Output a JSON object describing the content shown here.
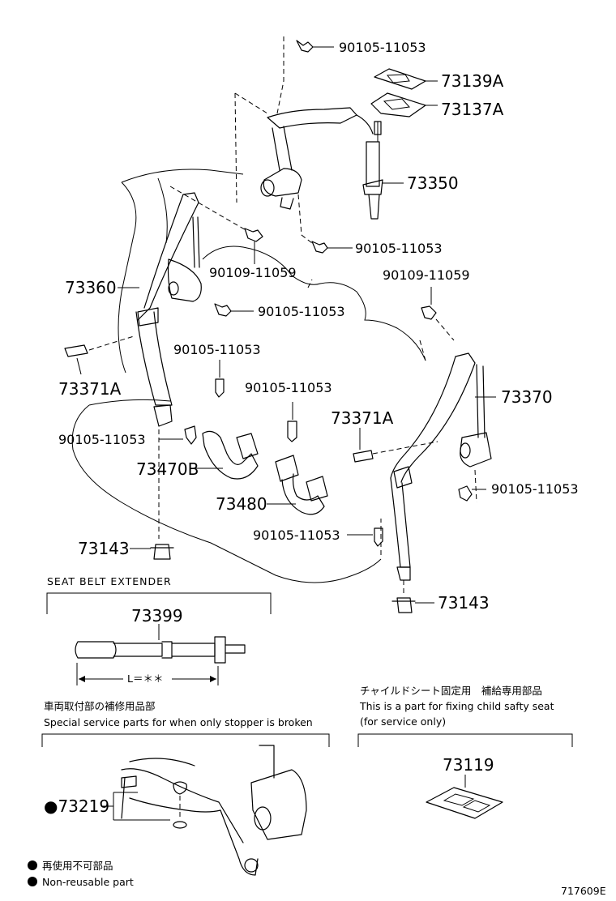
{
  "labels": {
    "bolt_top": "90105-11053",
    "cover_a": "73139A",
    "cover_b": "73137A",
    "adjuster": "73350",
    "bolt_adj": "90105-11053",
    "bolt_left_upper": "90109-11059",
    "bolt_right_upper": "90109-11059",
    "belt_left": "73360",
    "bolt_left_mid": "90105-11053",
    "bolt_left_low": "90105-11053",
    "bolt_center": "90105-11053",
    "clip_left": "73371A",
    "clip_right": "73371A",
    "belt_right": "73370",
    "bolt_left_bottom": "90105-11053",
    "buckle_left": "73470B",
    "buckle_center": "73480",
    "bolt_right_mid": "90105-11053",
    "bolt_center_low": "90105-11053",
    "stopper_left": "73143",
    "stopper_right": "73143"
  },
  "extender": {
    "title": "SEAT BELT EXTENDER",
    "part": "73399",
    "length_label": "L＝＊＊"
  },
  "service": {
    "title_jp": "車両取付部の補修用品部",
    "title_en": "Special service parts for when only stopper is broken",
    "part": "●73219"
  },
  "child": {
    "title_jp": "チャイルドシート固定用　補給専用部品",
    "line1": "This is a part for fixing child safty seat",
    "line2": "(for service only)",
    "part": "73119"
  },
  "legend": {
    "jp": "再使用不可部品",
    "en": "Non-reusable part"
  },
  "figure_id": "717609E"
}
